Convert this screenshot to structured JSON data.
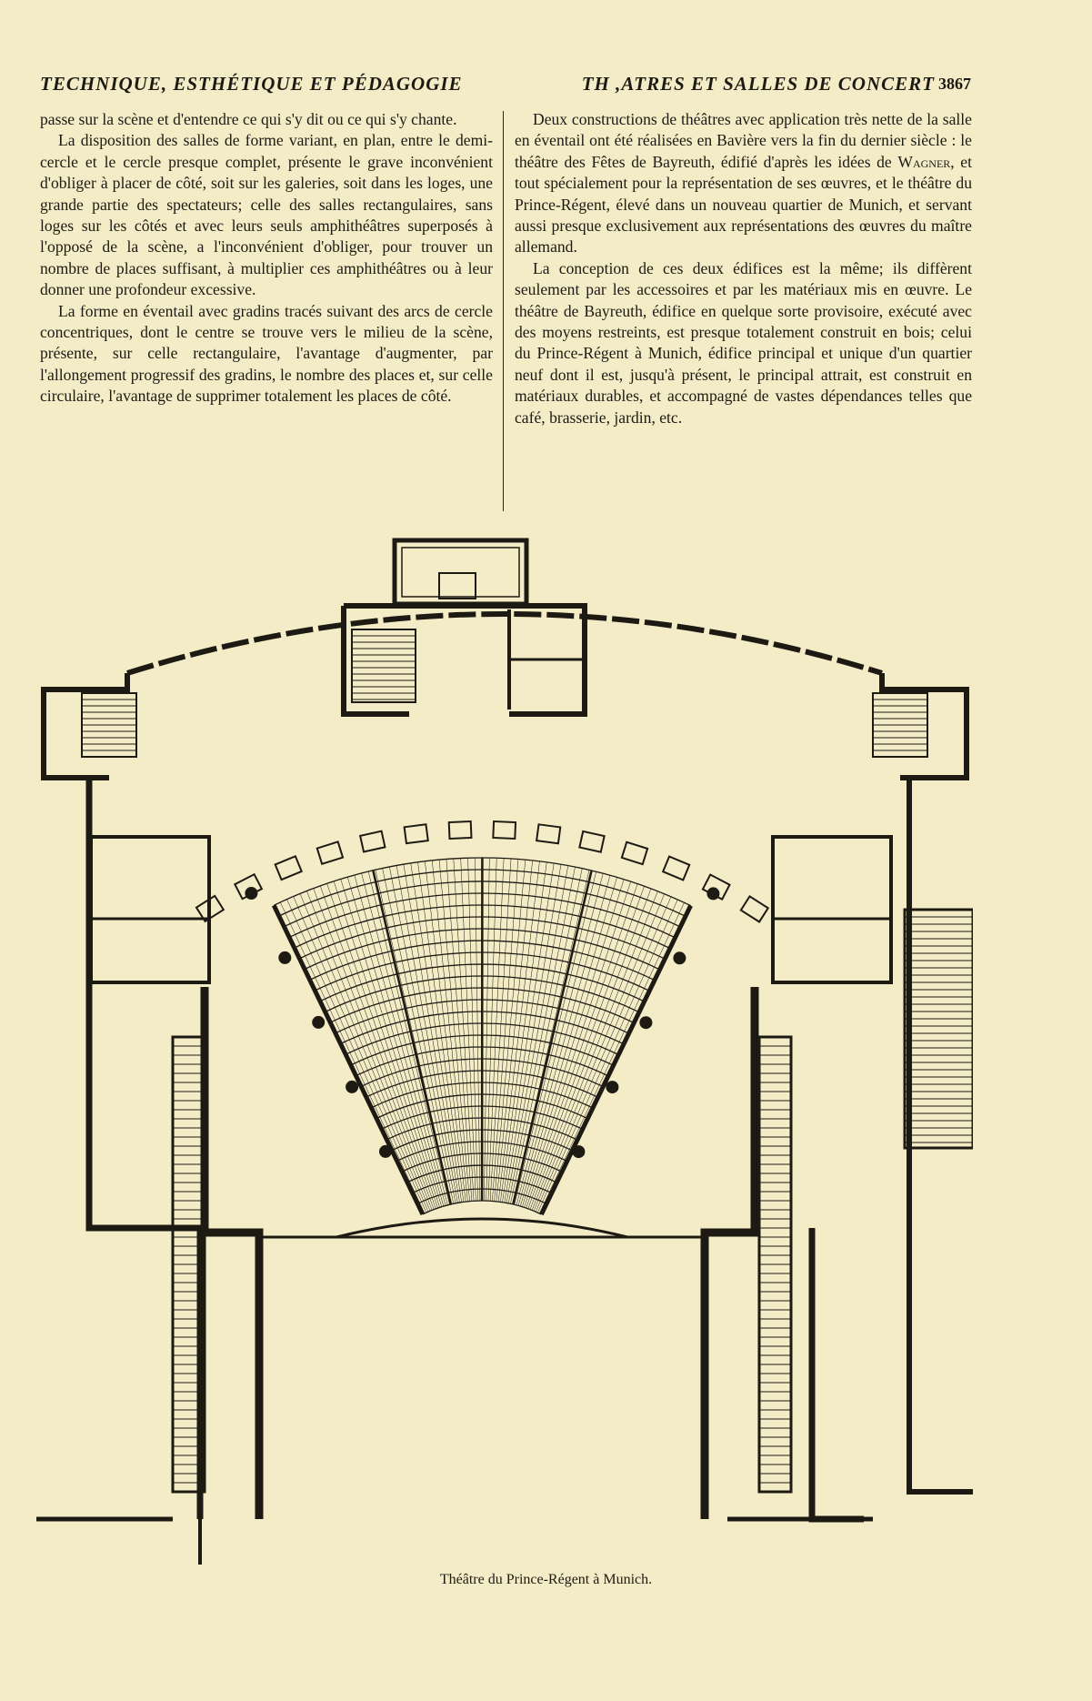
{
  "header": {
    "left": "TECHNIQUE, ESTHÉTIQUE ET PÉDAGOGIE",
    "right": "TH ,ATRES ET SALLES DE CONCERT",
    "page_number": "3867"
  },
  "left_column": {
    "p1": "passe sur la scène et d'entendre ce qui s'y dit ou ce qui s'y chante.",
    "p2": "La disposition des salles de forme variant, en plan, entre le demi-cercle et le cercle presque complet, présente le grave inconvénient d'obliger à placer de côté, soit sur les galeries, soit dans les loges, une grande partie des spectateurs; celle des salles rectangulaires, sans loges sur les côtés et avec leurs seuls amphithéâtres superposés à l'opposé de la scène, a l'inconvénient d'obliger, pour trouver un nombre de places suffisant, à multiplier ces amphithéâtres ou à leur donner une profondeur excessive.",
    "p3": "La forme en éventail avec gradins tracés suivant des arcs de cercle concentriques, dont le centre se trouve vers le milieu de la scène, présente, sur celle rectangulaire, l'avantage d'augmenter, par l'allongement progressif des gradins, le nombre des places et, sur celle circulaire, l'avantage de supprimer totalement les places de côté."
  },
  "right_column": {
    "p1_before": "Deux constructions de théâtres avec application très nette de la salle en éventail ont été réalisées en Bavière vers la fin du dernier siècle : le théâtre des Fêtes de Bayreuth, édifié d'après les idées de ",
    "p1_name": "Wagner",
    "p1_after": ", et tout spécialement pour la représentation de ses œuvres, et le théâtre du Prince-Régent, élevé dans un nouveau quartier de Munich, et servant aussi presque exclusivement aux représentations des œuvres du maître allemand.",
    "p2": "La conception de ces deux édifices est la même; ils diffèrent seulement par les accessoires et par les matériaux mis en œuvre. Le théâtre de Bayreuth, édifice en quelque sorte provisoire, exécuté avec des moyens restreints, est presque totalement construit en bois; celui du Prince-Régent à Munich, édifice principal et unique d'un quartier neuf dont il est, jusqu'à présent, le principal attrait, est construit en matériaux durables, et accompagné de vastes dépendances telles que café, brasserie, jardin, etc."
  },
  "figure": {
    "caption": "Théâtre du Prince-Régent à Munich.",
    "rows": 30,
    "boxes": 14,
    "ink_color": "#1d1a14",
    "paper_color": "#f3ecc6"
  }
}
